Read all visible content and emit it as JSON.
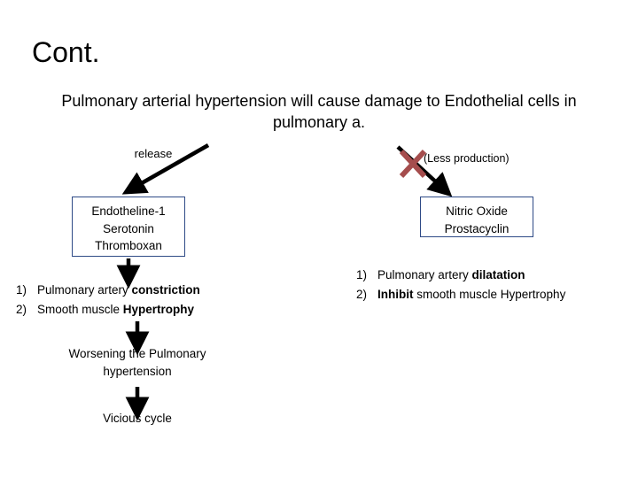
{
  "slide": {
    "title": "Cont.",
    "subtitle": "Pulmonary arterial hypertension will cause damage to Endothelial cells in pulmonary a.",
    "release_label": "release",
    "less_production_label": "(Less production)",
    "left_box": "Endotheline-1\nSerotonin\nThromboxan",
    "left_box_lines": [
      "Endotheline-1",
      "Serotonin",
      "Thromboxan"
    ],
    "right_box_lines": [
      "Nitric Oxide",
      "Prostacyclin"
    ],
    "left_list": [
      {
        "num": "1)",
        "pre": "Pulmonary artery ",
        "bold": "constriction",
        "post": ""
      },
      {
        "num": "2)",
        "pre": "Smooth muscle ",
        "bold": "Hypertrophy",
        "post": ""
      }
    ],
    "right_list": [
      {
        "num": "1)",
        "pre": "Pulmonary artery ",
        "bold": "dilatation",
        "post": ""
      },
      {
        "num": "2)",
        "pre": "",
        "bold": "Inhibit",
        "post": " smooth muscle Hypertrophy"
      }
    ],
    "worsening_label": "Worsening the Pulmonary hypertension",
    "vicious_label": "Vicious cycle",
    "colors": {
      "box_border": "#2e4a86",
      "arrow": "#000000",
      "cross": "#a54d4d",
      "text": "#000000",
      "background": "#ffffff"
    },
    "icons": {
      "cross": "cross-mark-icon",
      "arrow": "arrow-icon"
    }
  }
}
